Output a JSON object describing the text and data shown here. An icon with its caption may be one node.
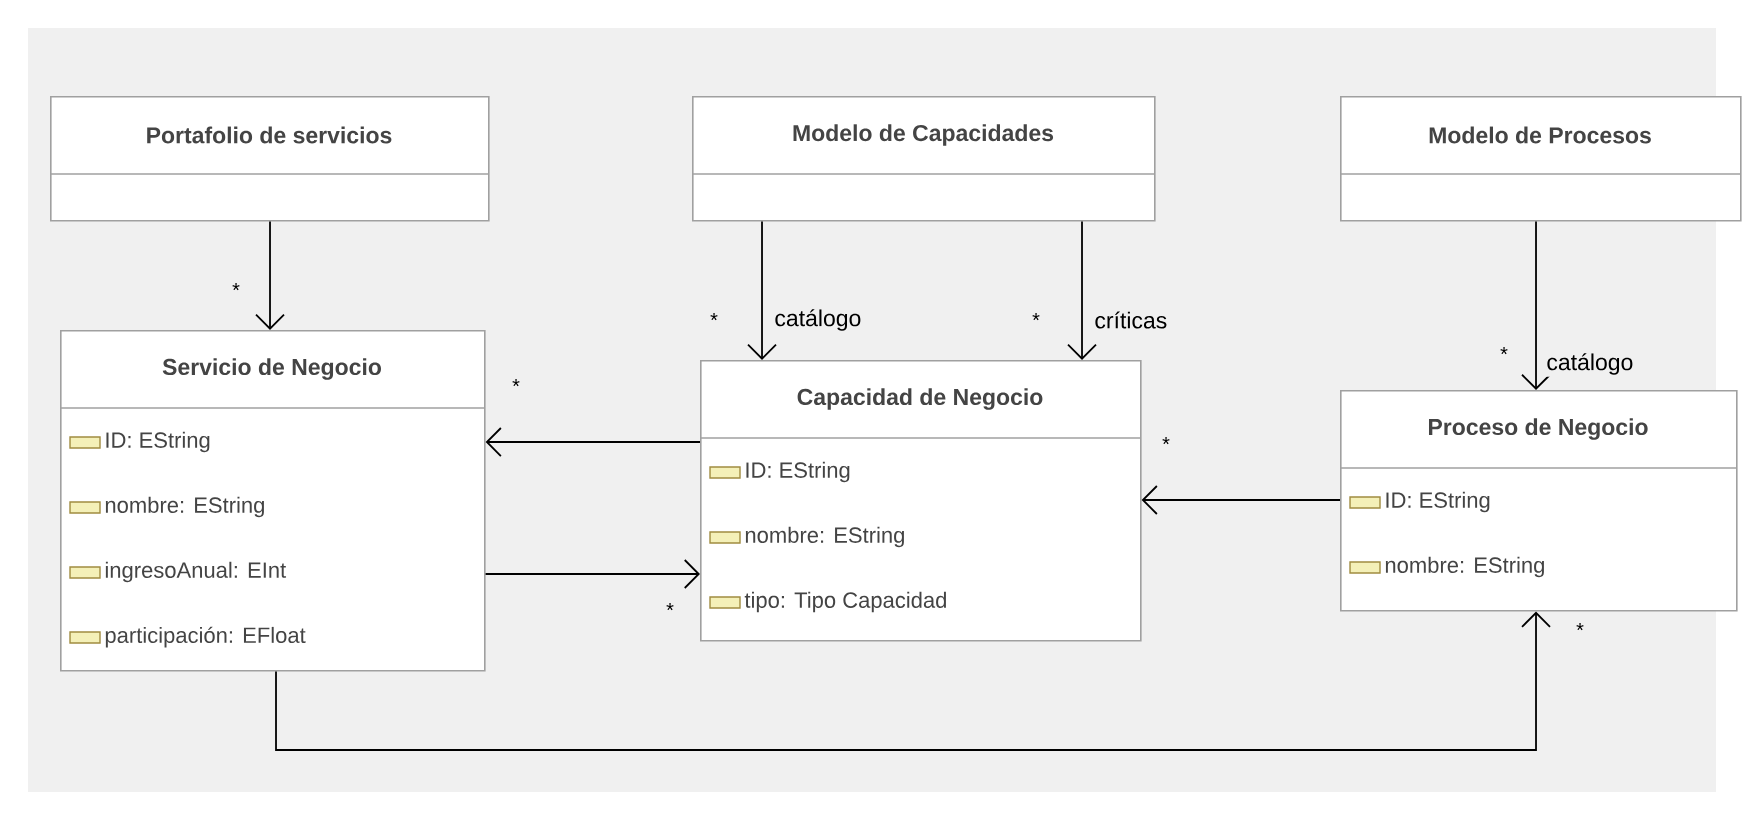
{
  "diagram": {
    "nodes": [
      {
        "text": [
          "Portafolio de servicios"
        ]
      },
      {
        "text": [
          "Modelo de Capacidades"
        ]
      },
      {
        "text": [
          "Modelo de Procesos"
        ]
      },
      {
        "text": [
          "Servicio de Negocio",
          "ID: EString",
          "nombre: EString",
          "ingresoAnual: EInt",
          "participación: EFloat"
        ]
      },
      {
        "text": [
          "Capacidad de Negocio",
          "ID: EString",
          "nombre: EString",
          "tipo: Tipo Capacidad"
        ]
      },
      {
        "text": [
          "Proceso de Negocio",
          "ID: EString",
          "nombre: EString"
        ]
      }
    ],
    "edges": [
      {
        "from": 0,
        "to": 3,
        "arrow": "to"
      },
      {
        "from": 1,
        "to": 4,
        "arrow": "to",
        "label": "catálogo"
      },
      {
        "from": 1,
        "to": 4,
        "arrow": "to",
        "label": "críticas"
      },
      {
        "from": 2,
        "to": 5,
        "arrow": "to",
        "label": "catálogo"
      },
      {
        "from": 4,
        "to": 3,
        "arrow": "to"
      },
      {
        "from": 3,
        "to": 4,
        "arrow": "to"
      },
      {
        "from": 5,
        "to": 4,
        "arrow": "to"
      },
      {
        "from": 3,
        "to": 5,
        "arrow": "to"
      }
    ],
    "labels": [
      "*",
      "*",
      "*",
      "*",
      "*",
      "*",
      "*",
      "*"
    ]
  }
}
